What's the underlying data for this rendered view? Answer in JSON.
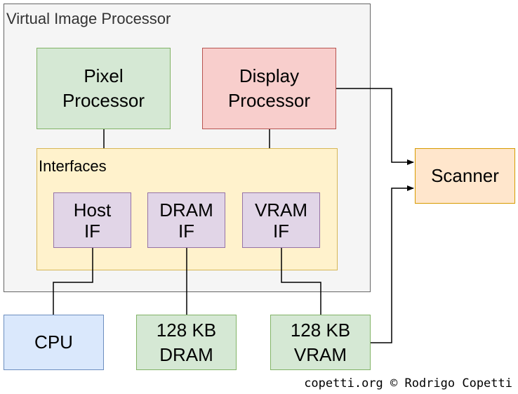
{
  "diagram": {
    "outer_title": "Virtual Image Processor",
    "pixel_processor": [
      "Pixel",
      "Processor"
    ],
    "display_processor": [
      "Display",
      "Processor"
    ],
    "interfaces_title": "Interfaces",
    "host_if": [
      "Host",
      "IF"
    ],
    "dram_if": [
      "DRAM",
      "IF"
    ],
    "vram_if": [
      "VRAM",
      "IF"
    ],
    "scanner": "Scanner",
    "cpu": "CPU",
    "dram": [
      "128 KB",
      "DRAM"
    ],
    "vram": [
      "128 KB",
      "VRAM"
    ],
    "credit": "copetti.org © Rodrigo Copetti"
  },
  "colors": {
    "green_fill": "#d5e8d4",
    "red_fill": "#f8cecc",
    "yellow_fill": "#fff2cc",
    "purple_fill": "#e1d5e7",
    "orange_fill": "#ffe6cc",
    "blue_fill": "#dae8fc",
    "outer_fill": "#f5f5f5"
  }
}
